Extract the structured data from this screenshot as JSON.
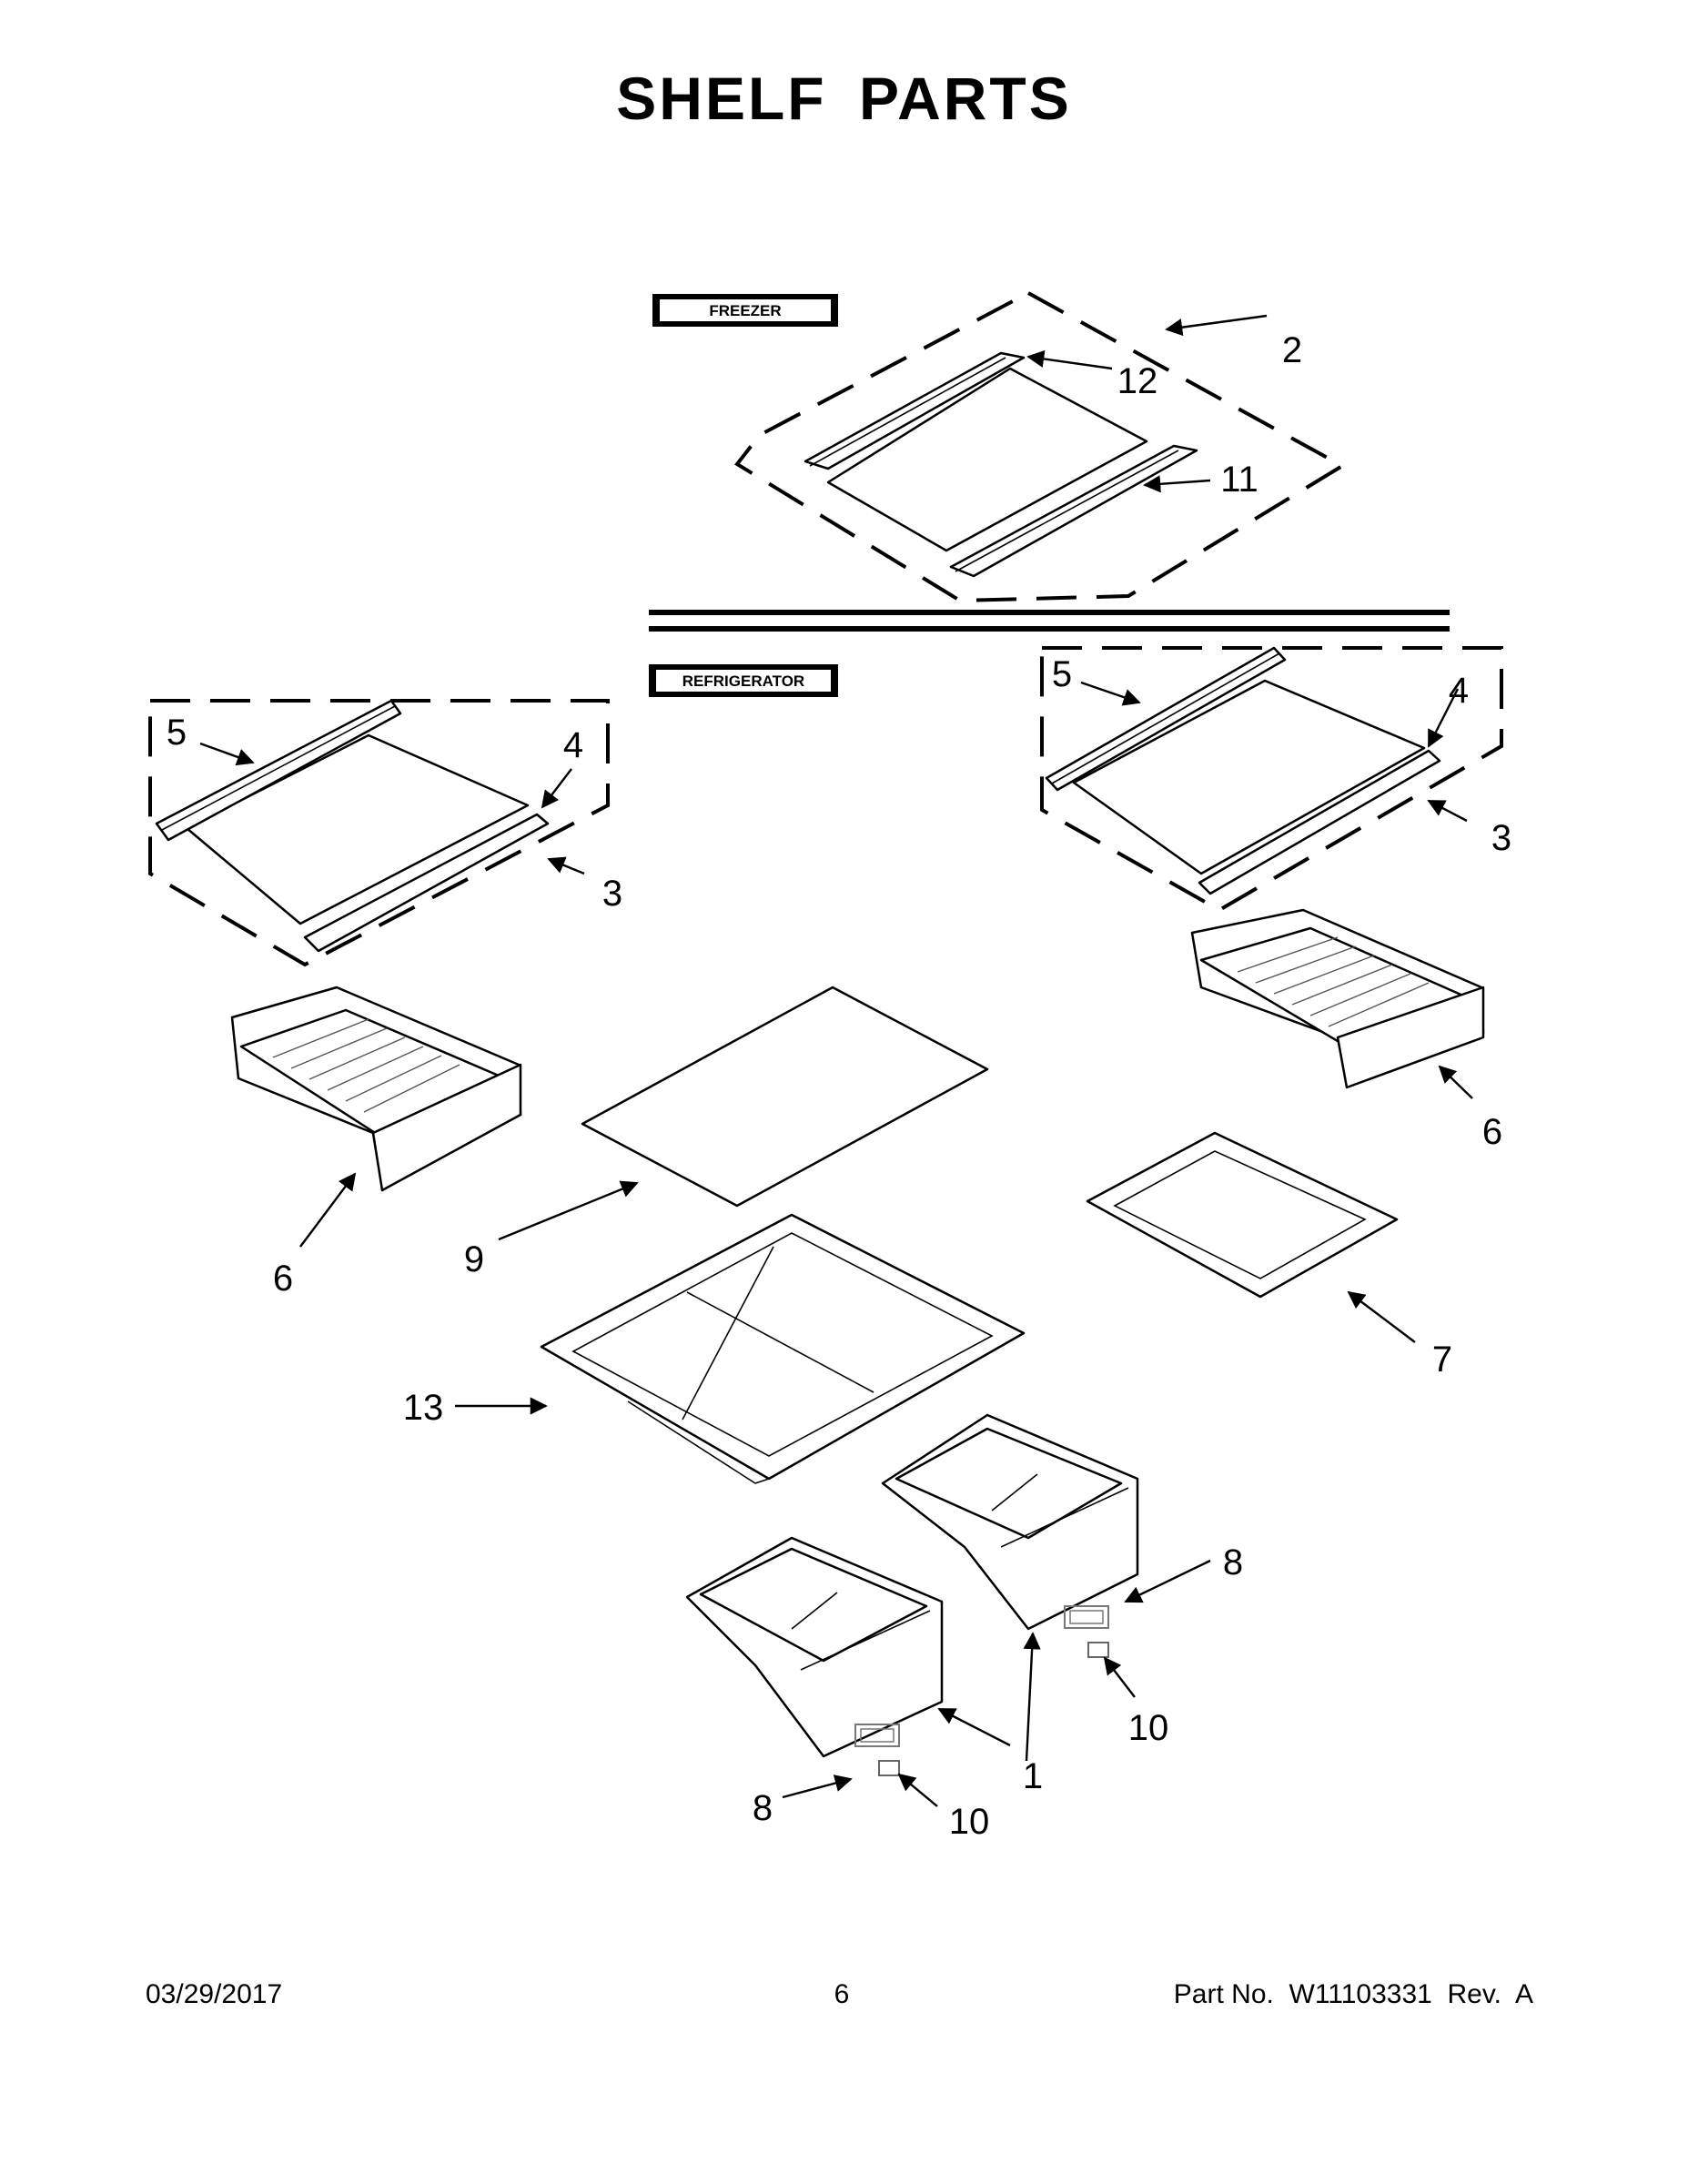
{
  "title": "SHELF PARTS",
  "sections": {
    "freezer": "FREEZER",
    "refrigerator": "REFRIGERATOR"
  },
  "callouts": {
    "c2": "2",
    "c12": "12",
    "c11": "11",
    "c5_left": "5",
    "c4_left": "4",
    "c3_left": "3",
    "c5_right": "5",
    "c4_right": "4",
    "c3_right": "3",
    "c6_right": "6",
    "c6_left": "6",
    "c9": "9",
    "c7": "7",
    "c13": "13",
    "c8_right": "8",
    "c10_right": "10",
    "c1": "1",
    "c8_left": "8",
    "c10_left": "10"
  },
  "footer": {
    "date": "03/29/2017",
    "page": "6",
    "part_number": "Part No.  W11103331  Rev.  A"
  }
}
